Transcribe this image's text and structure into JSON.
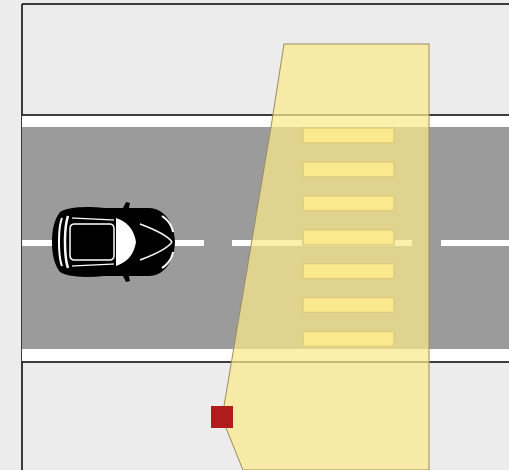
{
  "scene": {
    "colors": {
      "background": "#ececec",
      "frame": "#000000",
      "sidewalk": "#ffffff",
      "road": "#9b9b9b",
      "lane_marking": "#ffffff",
      "crosswalk_stripe": "#fbeb96",
      "crosswalk_stripe_border": "#8a8460",
      "detection_zone": "#fbe88a",
      "pedestrian": "#b01c1c",
      "car_body": "#000000",
      "car_highlight": "#ffffff"
    },
    "elements": {
      "car": {
        "icon": "car-topdown-icon",
        "heading": "right"
      },
      "crosswalk": {
        "stripe_count": 7
      },
      "detection_zone": {
        "opacity": 0.72
      },
      "pedestrian": {
        "icon": "pedestrian-square-icon"
      }
    }
  }
}
